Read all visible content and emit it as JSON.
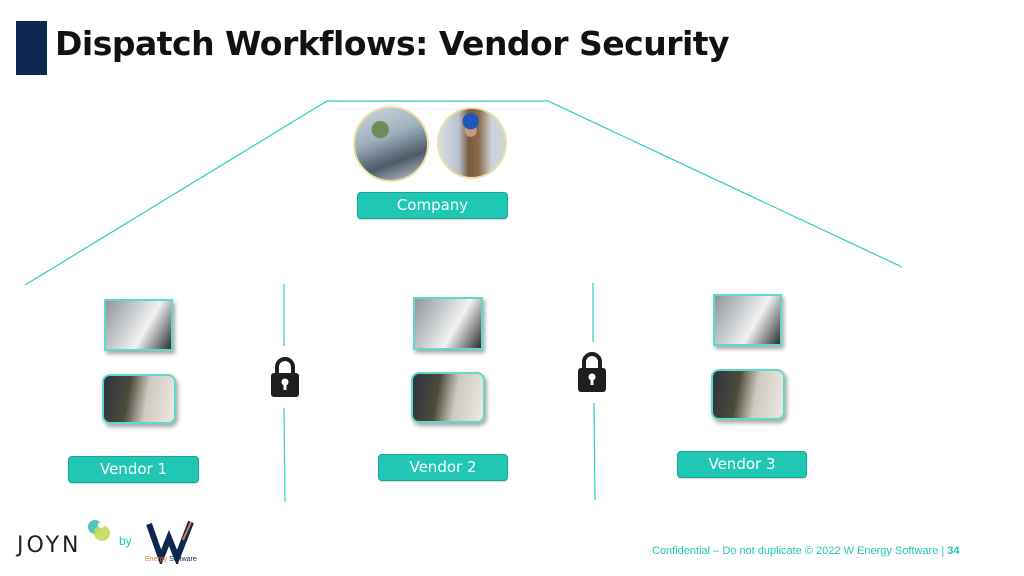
{
  "title": "Dispatch Workflows: Vendor Security",
  "colors": {
    "accent": "#1fc7b4",
    "title_bar": "#0e2750",
    "lock": "#1e1e1e"
  },
  "company": {
    "label": "Company",
    "photos": [
      "control-room-operator-photo",
      "field-worker-hardhat-photo"
    ]
  },
  "vendors": [
    {
      "label": "Vendor 1",
      "photos": [
        "dispatcher-headset-photo",
        "truck-driver-photo"
      ]
    },
    {
      "label": "Vendor 2",
      "photos": [
        "dispatcher-headset-photo",
        "truck-driver-photo"
      ]
    },
    {
      "label": "Vendor 3",
      "photos": [
        "dispatcher-headset-photo",
        "truck-driver-photo"
      ]
    }
  ],
  "separators": {
    "icon": "lock-icon",
    "count": 2
  },
  "footer": {
    "text": "Confidential – Do not duplicate © 2022 W Energy Software | ",
    "page": "34"
  },
  "logos": {
    "joyn": "JOYN",
    "by": "by",
    "w_energy_a": "Energy",
    "w_energy_b": " Software"
  }
}
